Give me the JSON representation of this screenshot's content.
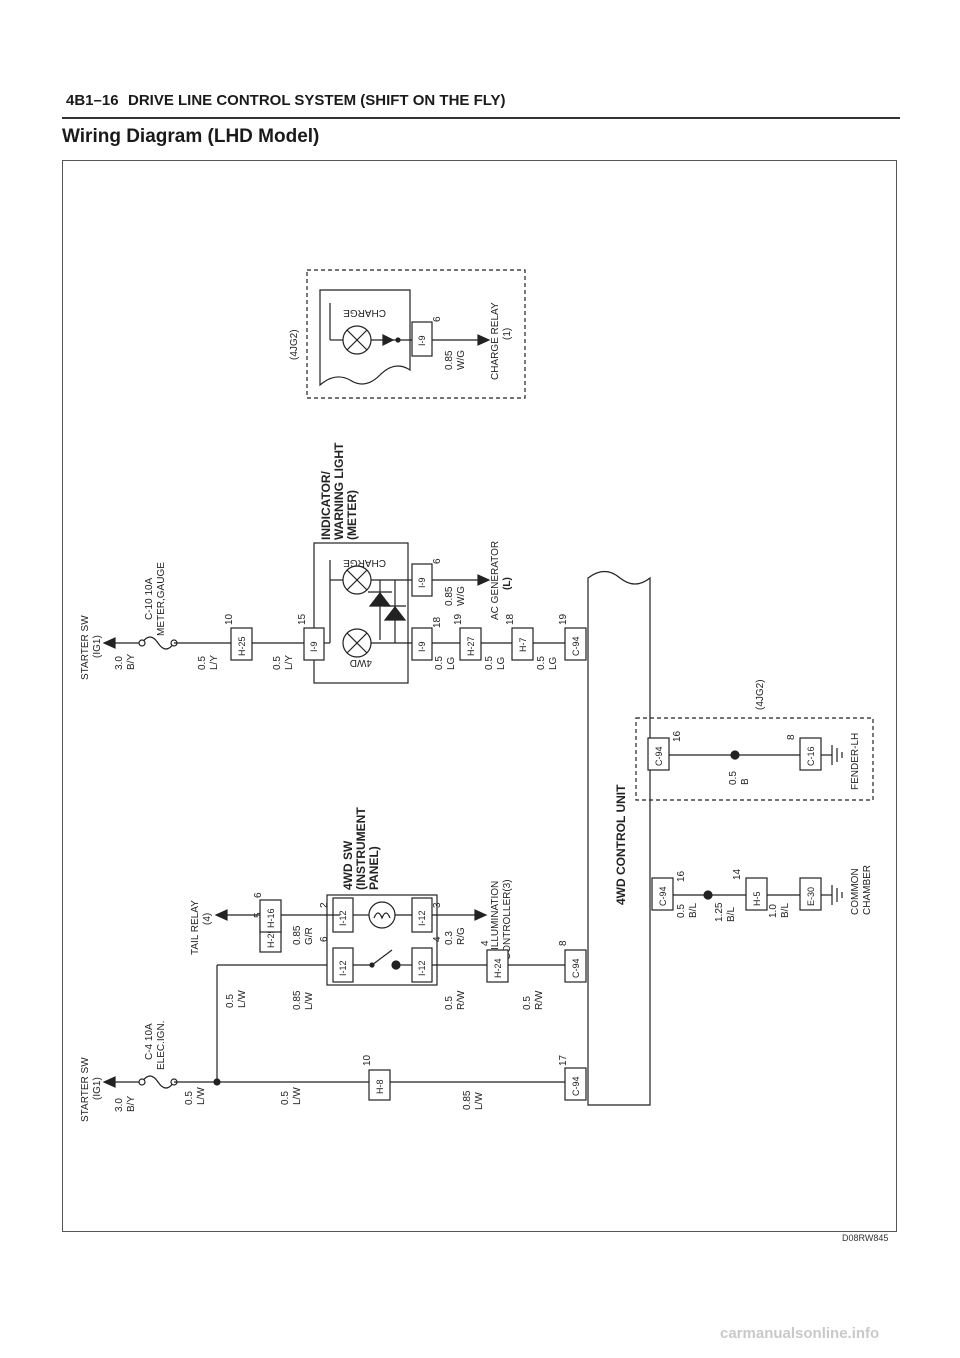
{
  "header": {
    "section_code": "4B1–16",
    "title": "DRIVE LINE CONTROL SYSTEM (SHIFT ON THE FLY)"
  },
  "page_title": "Wiring Diagram (LHD Model)",
  "diagram": {
    "starter_left": {
      "name": "STARTER SW",
      "sub": "(IG1)",
      "size": "3.0",
      "color": "B/Y"
    },
    "fuse_left": {
      "id": "C-4 10A",
      "name": "ELEC.IGN."
    },
    "starter_right": {
      "name": "STARTER SW",
      "sub": "(IG1)",
      "size": "3.0",
      "color": "B/Y"
    },
    "fuse_right": {
      "id": "C-10 10A",
      "name": "METER,GAUGE"
    },
    "wires": {
      "w1": {
        "size": "0.5",
        "color": "L/W"
      },
      "w2": {
        "size": "0.5",
        "color": "L/W"
      },
      "w3": {
        "size": "0.85",
        "color": "L/W"
      },
      "w4": {
        "size": "0.5",
        "color": "L/W"
      },
      "w5": {
        "size": "0.85",
        "color": "L/W"
      },
      "w6": {
        "size": "0.85",
        "color": "G/R"
      },
      "w7": {
        "size": "0.5",
        "color": "R/W"
      },
      "w8": {
        "size": "0.5",
        "color": "R/W"
      },
      "w9": {
        "size": "0.3",
        "color": "R/G"
      },
      "w10": {
        "size": "0.5",
        "color": "B/L"
      },
      "w11": {
        "size": "1.25",
        "color": "B/L"
      },
      "w12": {
        "size": "1.0",
        "color": "B/L"
      },
      "w13": {
        "size": "0.5",
        "color": "B"
      },
      "w14": {
        "size": "0.5",
        "color": "L/Y"
      },
      "w15": {
        "size": "0.5",
        "color": "L/Y"
      },
      "w16": {
        "size": "0.5",
        "color": "LG"
      },
      "w17": {
        "size": "0.5",
        "color": "LG"
      },
      "w18": {
        "size": "0.5",
        "color": "LG"
      },
      "w19": {
        "size": "0.85",
        "color": "W/G"
      },
      "w20": {
        "size": "0.85",
        "color": "W/G"
      }
    },
    "connectors": {
      "h8": {
        "id": "H-8",
        "pin": "10"
      },
      "c94_17": {
        "id": "C-94",
        "pin": "17"
      },
      "h25_5": {
        "id": "H-25",
        "pin": "5"
      },
      "i12_6": {
        "id": "I-12",
        "pin": "6"
      },
      "i12_4": {
        "id": "I-12",
        "pin": "4"
      },
      "h24": {
        "id": "H-24",
        "pin": "4"
      },
      "c94_8": {
        "id": "C-94",
        "pin": "8"
      },
      "h16": {
        "id": "H-16",
        "pin": "6"
      },
      "i12_2": {
        "id": "I-12",
        "pin": "2"
      },
      "i12_3": {
        "id": "I-12",
        "pin": "3"
      },
      "c94_16a": {
        "id": "C-94",
        "pin": "16"
      },
      "h5": {
        "id": "H-5",
        "pin": "14"
      },
      "e30": {
        "id": "E-30",
        "pin": ""
      },
      "c94_16b": {
        "id": "C-94",
        "pin": "16"
      },
      "c16": {
        "id": "C-16",
        "pin": "8"
      },
      "h25_10": {
        "id": "H-25",
        "pin": "10"
      },
      "i9_15": {
        "id": "I-9",
        "pin": "15"
      },
      "i9_18": {
        "id": "I-9",
        "pin": "18"
      },
      "i9_6": {
        "id": "I-9",
        "pin": "6"
      },
      "h27": {
        "id": "H-27",
        "pin": "19"
      },
      "h7": {
        "id": "H-7",
        "pin": "18"
      },
      "c94_19": {
        "id": "C-94",
        "pin": "19"
      },
      "i9_6b": {
        "id": "I-9",
        "pin": "6"
      }
    },
    "tail_relay": {
      "name": "TAIL RELAY",
      "ref": "(4)"
    },
    "sw4wd": {
      "l1": "4WD SW",
      "l2": "(INSTRUMENT",
      "l3": "PANEL)"
    },
    "illum": {
      "l1": "ILLUMINATION",
      "l2": "CONTROLLER(3)"
    },
    "control_unit": "4WD CONTROL UNIT",
    "ground_common": {
      "l1": "COMMON",
      "l2": "CHAMBER"
    },
    "ground_fender": "FENDER-LH",
    "variant_4jg2_a": "(4JG2)",
    "variant_4jg2_b": "(4JG2)",
    "meter": {
      "l1": "INDICATOR/",
      "l2": "WARNING LIGHT",
      "l3": "(METER)",
      "lamp1": "4WD",
      "lamp2": "CHARGE"
    },
    "ac_gen": {
      "l1": "AC GENERATOR",
      "l2": "(L)"
    },
    "charge_relay": {
      "l1": "CHARGE RELAY",
      "l2": "(1)"
    },
    "charge_lamp_b": "CHARGE"
  },
  "watermark": "D08RW845",
  "footer": "carmanualsonline.info"
}
